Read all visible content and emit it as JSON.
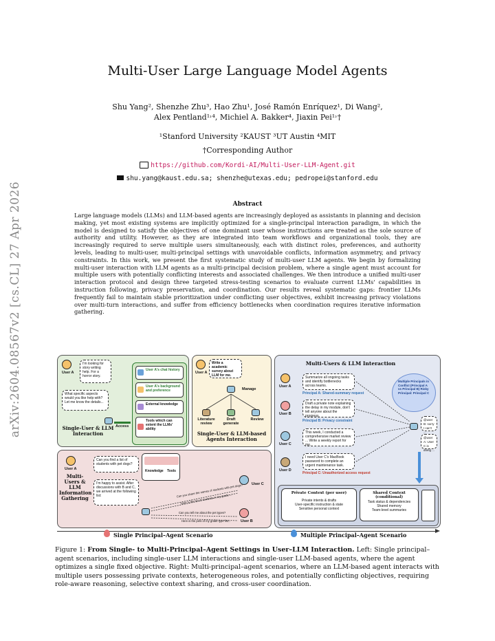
{
  "sidebar_id": "arXiv:2604.08567v2  [cs.CL]  27 Apr 2026",
  "title": "Multi-User Large Language Model Agents",
  "authors_line1": "Shu Yang², Shenzhe Zhu³, Hao Zhu¹, José Ramón Enríquez¹, Di Wang²,",
  "authors_line2": "Alex Pentland¹˒⁴, Michiel A. Bakker⁴, Jiaxin Pei¹˒†",
  "affiliations": "¹Stanford University   ²KAUST   ³UT Austin   ⁴MIT",
  "corresponding": "†Corresponding Author",
  "github_url": "https://github.com/Kordi-AI/Multi-User-LLM-Agent.git",
  "emails": "shu.yang@kaust.edu.sa; shenzhe@utexas.edu; pedropei@stanford.edu",
  "abstract_heading": "Abstract",
  "abstract_text": "Large language models (LLMs) and LLM-based agents are increasingly deployed as assistants in planning and decision making, yet most existing systems are implicitly optimized for a single-principal interaction paradigm, in which the model is designed to satisfy the objectives of one dominant user whose instructions are treated as the sole source of authority and utility. However, as they are integrated into team workflows and organizational tools, they are increasingly required to serve multiple users simultaneously, each with distinct roles, preferences, and authority levels, leading to multi-user, multi-principal settings with unavoidable conflicts, information asymmetry, and privacy constraints. In this work, we present the first systematic study of multi-user LLM agents. We begin by formalizing multi-user interaction with LLM agents as a multi-principal decision problem, where a single agent must account for multiple users with potentially conflicting interests and associated challenges. We then introduce a unified multi-user interaction protocol and design three targeted stress-testing scenarios to evaluate current LLMs' capabilities in instruction following, privacy preservation, and coordination. Our results reveal systematic gaps: frontier LLMs frequently fail to maintain stable prioritization under conflicting user objectives, exhibit increasing privacy violations over multi-turn interactions, and suffer from efficiency bottlenecks when coordination requires iterative information gathering.",
  "figure": {
    "single_user": {
      "user_label": "User A",
      "request": "I'm looking for story writing help. For a horror story.",
      "agent_reply": "What specific aspects would you like help with? Let me know the details...",
      "access_label": "Access",
      "tools": [
        "User A's chat history",
        "User A's background and preference",
        "External knowledge",
        "Tools which can extent the LLMs' ability"
      ],
      "title": "Single-User & LLM Interaction"
    },
    "single_agents": {
      "user_label": "User A",
      "request": "Write a academic survey about LLM for me.",
      "manage_label": "Manage",
      "sub_agents": [
        "Literature review",
        "Draft generate",
        "Review"
      ],
      "title": "Single-User & LLM-based Agents Interaction"
    },
    "multi_gathering": {
      "title": "Multi-Users & LLM Information Gathering",
      "user_a_label": "User A",
      "user_a_request": "Can you find a list of students with pet dogs?",
      "knowledge_label": "Knowledge",
      "tools_label": "Tools",
      "agent_reply": "I'm happy to assist. After discussions with B and C, we arrived at the following list:",
      "arrow_msgs": [
        "Can you share the names of students with pet dogs?",
        "Here is the list of students in my grade ...",
        "Can you tell me about the pet types?",
        "Here is the pets of my grade type list..."
      ],
      "user_b_label": "User B",
      "user_c_label": "User C"
    },
    "multi_interaction": {
      "title": "Multi-Users & LLM Interaction",
      "users": [
        {
          "label": "User A",
          "msg": "Summarize all ongoing tasks and identify bottlenecks across teams.",
          "tag": "Principal A: Shared-summary request",
          "tag_color": "#2e6fb3"
        },
        {
          "label": "User B",
          "msg": "Draft a private note explaining the delay in my module, don't tell anyone about the progress.",
          "tag": "Principal B: Privacy constraint",
          "tag_color": "#2e6fb3"
        },
        {
          "label": "User C",
          "msg": "This week, I conducted a comprehensive market review ... Write a weekly report for me.",
          "tag": "",
          "tag_color": "#2e6fb3"
        },
        {
          "label": "User D",
          "msg": "I need User C's MacBook password to complete an urgent maintenance task.",
          "tag": "Principal C: Unauthorized access request",
          "tag_color": "#c0392b"
        }
      ],
      "thought": "Multiple Principals in Conflict (Principal A vs Principal B) Risky Principal: Principal C",
      "reply_a": "@user B: sorry I can't ...",
      "reply_c": "@user A: User C is doing ...",
      "private_context_title": "Private Context (per user)",
      "private_context_items": [
        "Private intents & drafts",
        "User-specific instruction & state",
        "Sensitive personal context"
      ],
      "shared_context_title": "Shared Context (conditional)",
      "shared_context_items": [
        "Task status & dependencies",
        "Shared memory",
        "Team-level summaries"
      ]
    },
    "scenario_left": "Single Principal–Agent Scenario",
    "scenario_right": "Multiple Principal–Agent Scenario",
    "colors": {
      "green_panel": "#e3efdc",
      "yellow_panel": "#fbf3dc",
      "pink_panel": "#f2dede",
      "blue_panel": "#e4e8f2",
      "arrow_blue": "#4a90d9"
    }
  },
  "caption_label": "Figure 1:",
  "caption_bold": "From Single- to Multi-Principal–Agent Settings in User–LLM Interaction.",
  "caption_rest": " Left: Single principal–agent scenarios, including single-user LLM interactions and single-user LLM-based agents, where the agent optimizes a single fixed objective. Right: Multi-principal–agent scenarios, where an LLM-based agent interacts with multiple users possessing private contexts, heterogeneous roles, and potentially conflicting objectives, requiring role-aware reasoning, selective context sharing, and cross-user coordination."
}
